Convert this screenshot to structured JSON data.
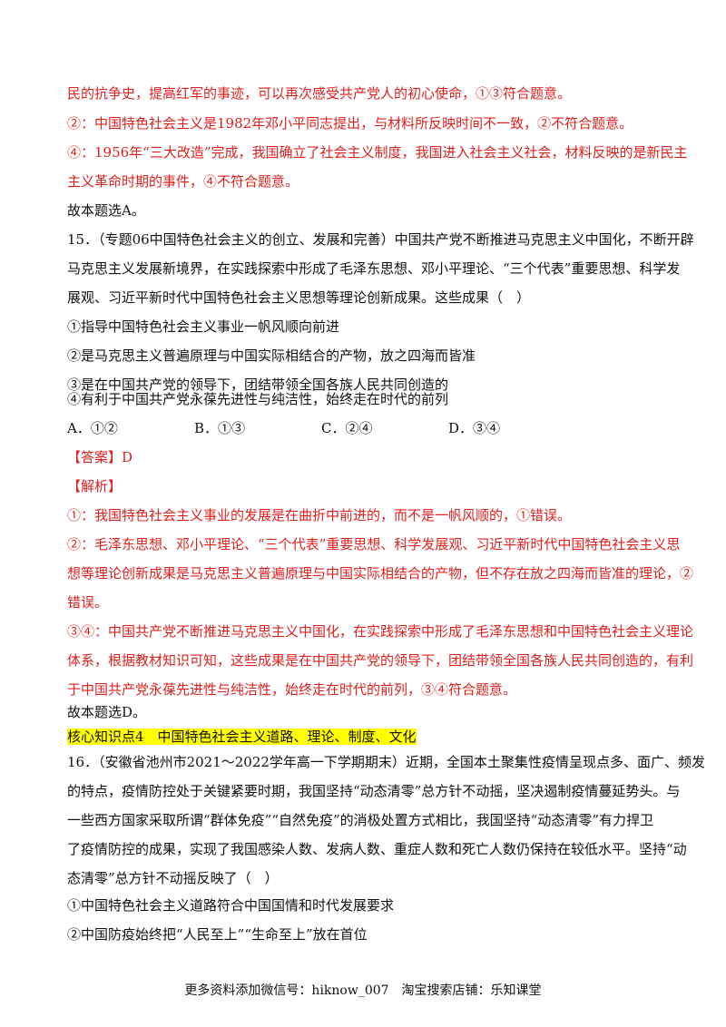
{
  "prev_answer_tail": [
    "民的抗争史，提高红军的事迹，可以再次感受共产党人的初心使命，①③符合题意。",
    "②：中国特色社会主义是1982年邓小平同志提出，与材料所反映时间不一致，②不符合题意。",
    "④：1956年“三大改造”完成，我国确立了社会主义制度，我国进入社会主义社会，材料反映的是新民主",
    "主义革命时期的事件，④不符合题意。"
  ],
  "prev_conclusion": "故本题选A。",
  "q15": {
    "stem": [
      "15．（专题06中国特色社会主义的创立、发展和完善）中国共产党不断推进马克思主义中国化，不断开辟",
      "马克思主义发展新境界，在实践探索中形成了毛泽东思想、邓小平理论、“三个代表”重要思想、科学发",
      "展观、习近平新时代中国特色社会主义思想等理论创新成果。这些成果（　）"
    ],
    "statements": [
      "①指导中国特色社会主义事业一帆风顺向前进",
      "②是马克思主义普遍原理与中国实际相结合的产物，放之四海而皆准",
      "③是在中国共产党的领导下，团结带领全国各族人民共同创造的",
      "④有利于中国共产党永葆先进性与纯洁性，始终走在时代的前列"
    ],
    "options": [
      "A．①②",
      "B．①③",
      "C．②④",
      "D．③④"
    ],
    "answer": "【答案】D",
    "analysis_label": "【解析】",
    "analysis": [
      "①：我国特色社会主义事业的发展是在曲折中前进的，而不是一帆风顺的，①错误。",
      "②：毛泽东思想、邓小平理论、“三个代表”重要思想、科学发展观、习近平新时代中国特色社会主义思",
      "想等理论创新成果是马克思主义普遍原理与中国实际相结合的产物，但不存在放之四海而皆准的理论，②",
      "错误。",
      "③④：中国共产党不断推进马克思主义中国化，在实践探索中形成了毛泽东思想和中国特色社会主义理论",
      "体系，根据教材知识可知，这些成果是在中国共产党的领导下，团结带领全国各族人民共同创造的，有利",
      "于中国共产党永葆先进性与纯洁性，始终走在时代的前列，③④符合题意。"
    ],
    "conclusion": "故本题选D。"
  },
  "section_heading": "核心知识点4　中国特色社会主义道路、理论、制度、文化",
  "q16": {
    "stem": [
      "16．（安徽省池州市2021～2022学年高一下学期期末）近期，全国本土聚集性疫情呈现点多、面广、频发",
      "的特点，疫情防控处于关键紧要时期，我国坚持“动态清零”总方针不动摇，坚决遏制疫情蔓延势头。与",
      "一些西方国家采取所谓“群体免疫”“自然免疫”的消极处置方式相比，我国坚持“动态清零”有力捍卫",
      "了疫情防控的成果，实现了我国感染人数、发病人数、重症人数和死亡人数仍保持在较低水平。坚持“动",
      "态清零”总方针不动摇反映了（　）"
    ],
    "statements": [
      "①中国特色社会主义道路符合中国国情和时代发展要求",
      "②中国防疫始终把“人民至上”“生命至上”放在首位"
    ]
  },
  "footer": "更多资料添加微信号：hiknow_007　淘宝搜索店铺：乐知课堂",
  "colors": {
    "answer_red": "#e0201f",
    "highlight": "#ffff00",
    "text": "#111111"
  }
}
